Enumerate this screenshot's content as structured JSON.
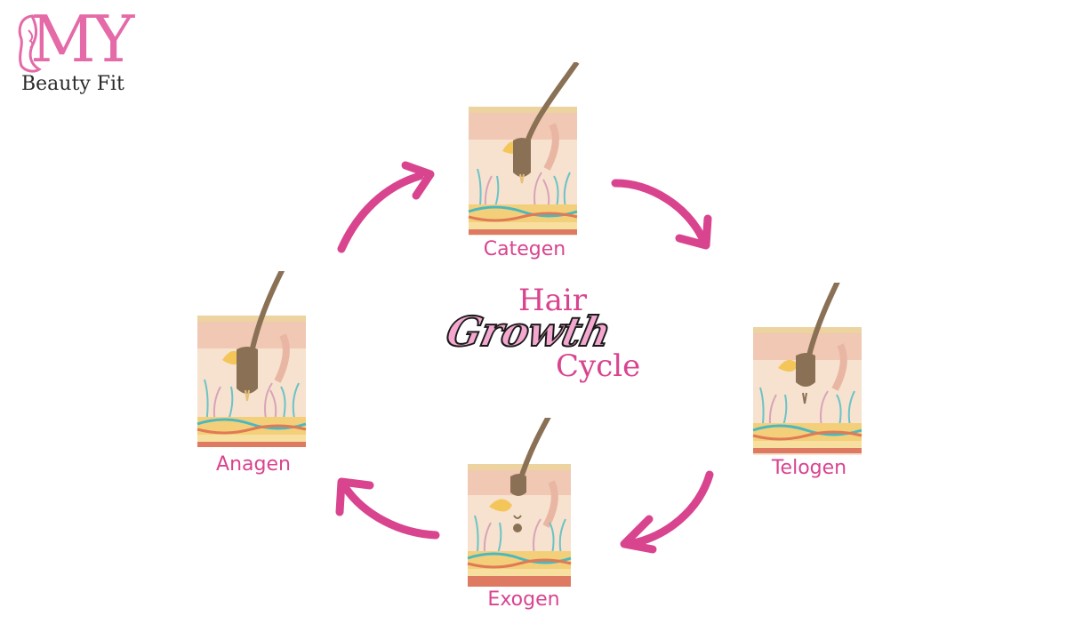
{
  "logo": {
    "brand": "MY",
    "subtitle": "Beauty Fit"
  },
  "title": {
    "line1": "Hair",
    "line2": "Growth",
    "line3": "Cycle"
  },
  "stages": {
    "top": "Categen",
    "right": "Telogen",
    "bottom": "Exogen",
    "left": "Anagen"
  },
  "colors": {
    "accent": "#d9448f",
    "hair": "#8a7156",
    "skin_top": "#f3d7c2",
    "fat": "#f4cf7a"
  }
}
